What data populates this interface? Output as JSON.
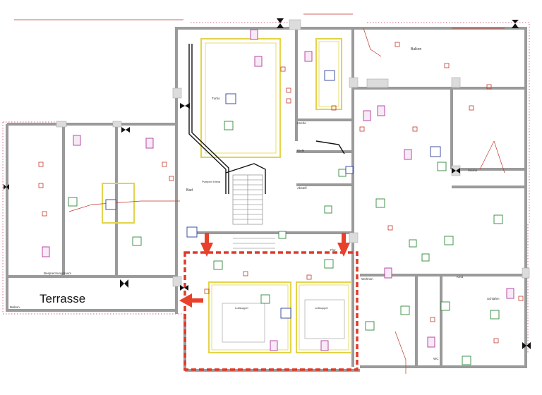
{
  "labels": {
    "terrasse": "Terrasse",
    "balkon_top": "Balkon",
    "balkon_left": "Balkon",
    "bad": "Bad",
    "turbo": "Turbo",
    "kuche": "Küche",
    "diele": "Diele",
    "abstell": "Abstell",
    "flur": "Flur",
    "wohnen": "Wohnen",
    "kind": "Kind",
    "schlafen": "Schlafen",
    "wc": "WC",
    "besprechung": "Besprechungsraum",
    "luftkuppel_1": "Luftkuppel",
    "luftkuppel_2": "Luftkuppel",
    "sauna": "Sauna",
    "pumpen": "Pumpen Klima"
  },
  "colors": {
    "wall": "#9a9a9a",
    "wall_fill": "#e6e6e6",
    "electrical": "#c0392b",
    "green_symbol": "#2e8b3a",
    "purple_symbol": "#b03a9a",
    "blue_symbol": "#2c3e9a",
    "yellow_frame": "#e3d44a",
    "highlight_red": "#e03a2a",
    "arrow_red": "#e8402a"
  }
}
